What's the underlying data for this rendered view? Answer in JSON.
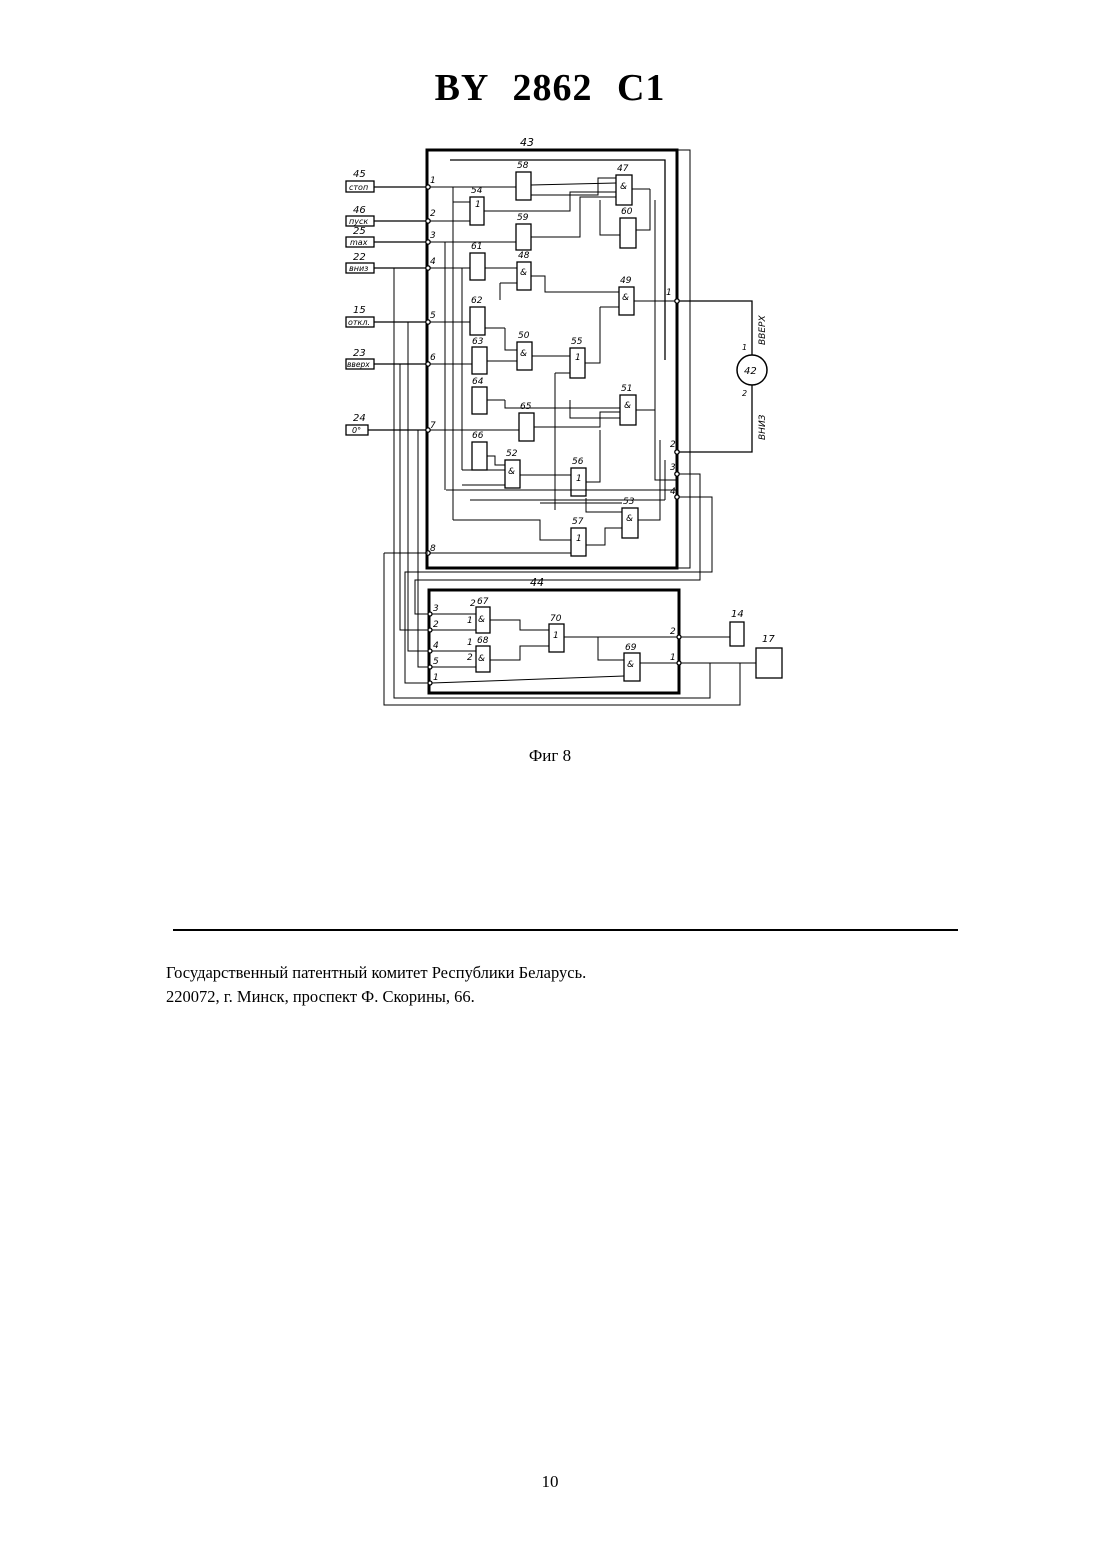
{
  "header": {
    "title": "BY  2862  C1"
  },
  "figure": {
    "caption": "Фиг 8",
    "blocks": {
      "main": "43",
      "secondary": "44"
    },
    "inputs": [
      {
        "ref": "45",
        "label": "стоп"
      },
      {
        "ref": "46",
        "label": "пуск"
      },
      {
        "ref": "25",
        "label": "max"
      },
      {
        "ref": "22",
        "label": "вниз"
      },
      {
        "ref": "15",
        "label": "откл."
      },
      {
        "ref": "23",
        "label": "вверх"
      },
      {
        "ref": "24",
        "label": "0°"
      }
    ],
    "motor": {
      "ref": "42",
      "up": "ВВЕРХ",
      "down": "ВНИЗ"
    },
    "outputs": {
      "a": "14",
      "b": "17"
    }
  },
  "footer": {
    "line1": "Государственный патентный комитет Республики Беларусь.",
    "line2": "220072, г. Минск, проспект Ф. Скорины, 66."
  },
  "page_number": "10"
}
